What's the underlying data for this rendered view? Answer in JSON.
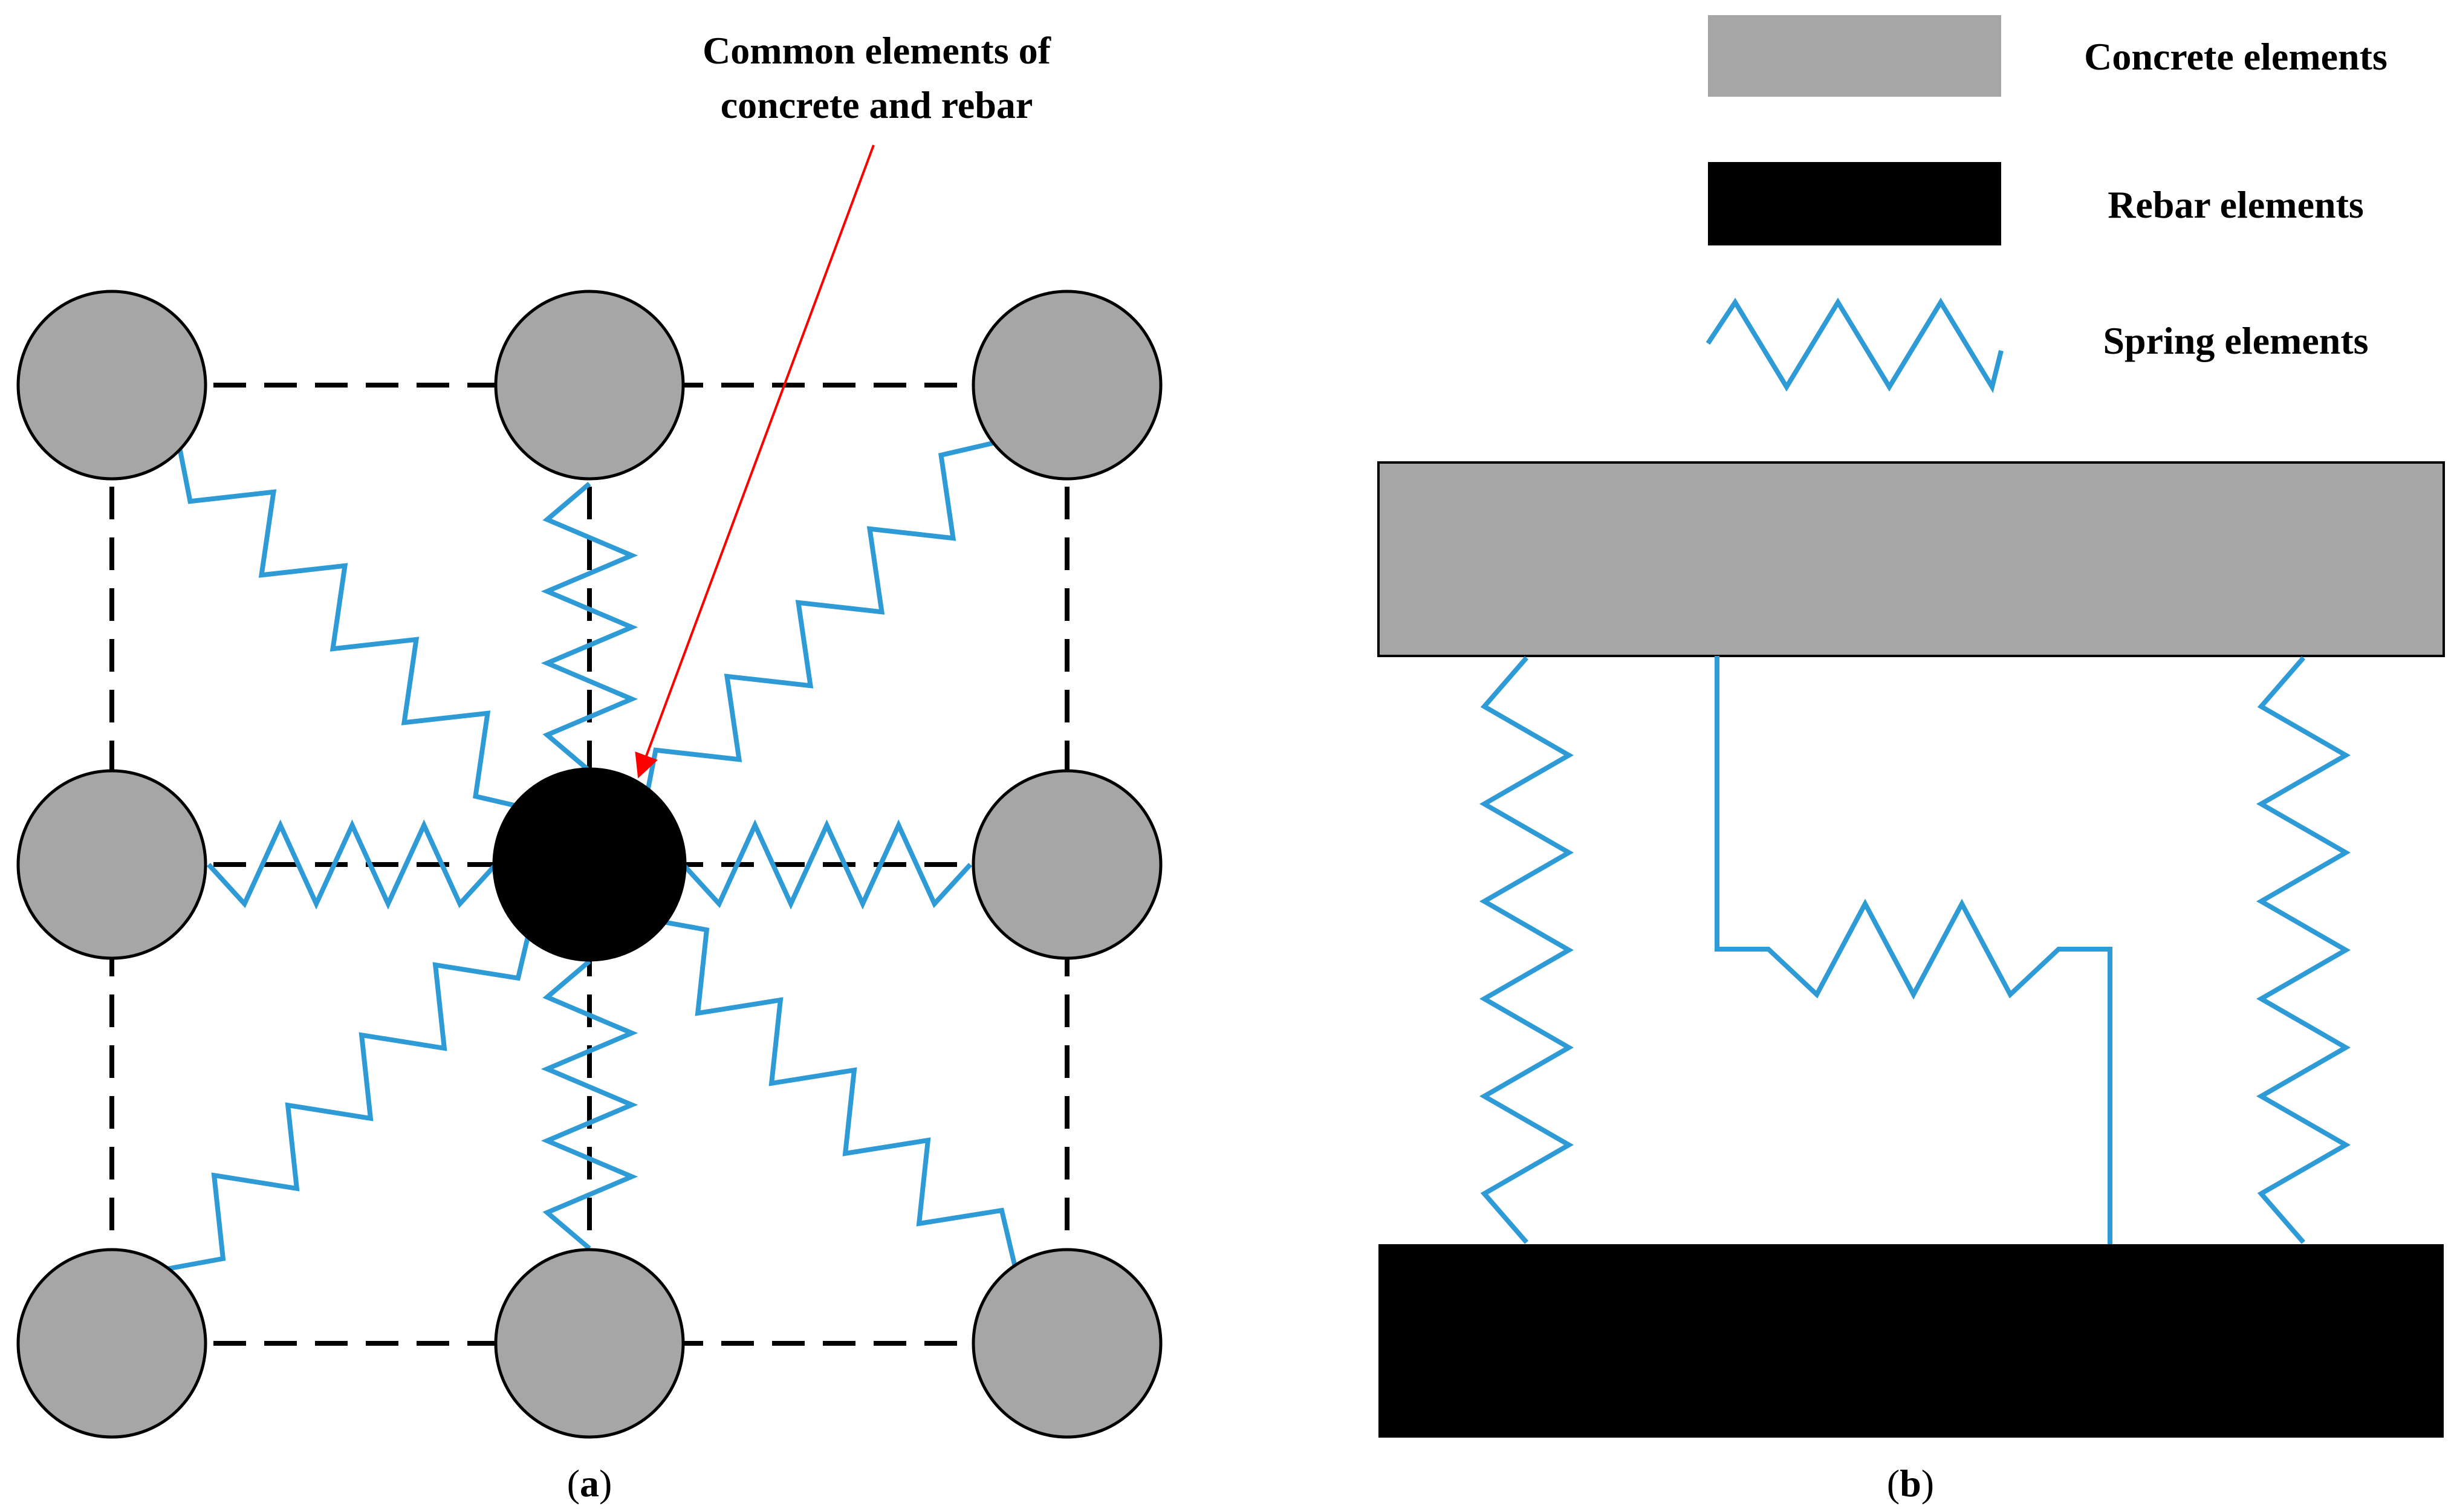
{
  "panel_a": {
    "label_open": "(",
    "label_letter": "a",
    "label_close": ")",
    "annotation_line1": "Common elements of",
    "annotation_line2": "concrete and rebar"
  },
  "panel_b": {
    "label_open": "(",
    "label_letter": "b",
    "label_close": ")"
  },
  "legend": [
    {
      "label": "Concrete elements"
    },
    {
      "label": "Rebar elements"
    },
    {
      "label": "Spring elements"
    }
  ],
  "colors": {
    "concrete": "#a6a6a6",
    "rebar": "#000000",
    "spring": "#2e9bd6",
    "arrow": "#ff0000"
  }
}
